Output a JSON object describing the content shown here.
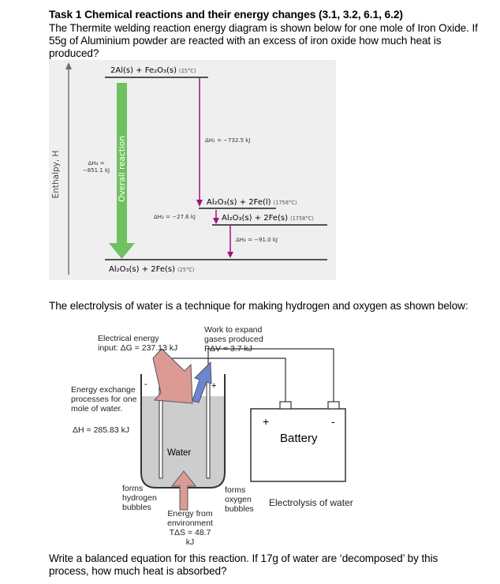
{
  "task": {
    "title": "Task 1 Chemical reactions and their energy changes (3.1, 3.2, 6.1, 6.2)",
    "intro_lines": [
      "The Thermite welding reaction energy diagram is shown below for one mole of Iron Oxide.  If",
      "55g of Aluminium powder are reacted with an excess of iron oxide how much heat is",
      "produced?"
    ]
  },
  "thermite_diagram": {
    "y_axis_label": "Enthalpy, H",
    "overall_label": "Overall reaction",
    "reactants": "2Al(s) + Fe₂O₃(s)",
    "reactants_temp": "(25°C)",
    "intermediate_1": "Al₂O₃(s) + 2Fe(l)",
    "intermediate_1_temp": "(1758°C)",
    "intermediate_2": "Al₂O₃(s) + 2Fe(s)",
    "intermediate_2_temp": "(1758°C)",
    "products": "Al₂O₃(s) + 2Fe(s)",
    "products_temp": "(25°C)",
    "dh1": "ΔH₁ = −732.5 kJ",
    "dh2": "ΔH₂ = −27.6 kJ",
    "dh3": "ΔH₃ = −91.0 kJ",
    "dh4_line1": "ΔH₄ =",
    "dh4_line2": "−851.1 kJ",
    "colors": {
      "background": "#efefef",
      "overall_arrow": "#70c160",
      "step_arrow": "#a0147a"
    }
  },
  "electrolysis_intro": "The electrolysis of water is a technique for making hydrogen and oxygen as shown below:",
  "electrolysis_diagram": {
    "electrical_energy": [
      "Electrical energy",
      "input: ΔG = 237.13 kJ"
    ],
    "work_expand": [
      "Work to expand",
      "gases produced",
      "PΔV = 3.7 kJ"
    ],
    "energy_exchange": [
      "Energy exchange",
      "processes for one",
      "mole of water."
    ],
    "dh": "ΔH = 285.83 kJ",
    "water": "Water",
    "minus": "-",
    "plus": "+",
    "battery_plus": "+",
    "battery_minus": "-",
    "battery": "Battery",
    "hydrogen": [
      "forms",
      "hydrogen",
      "bubbles"
    ],
    "oxygen": [
      "forms",
      "oxygen",
      "bubbles"
    ],
    "environment": [
      "Energy from",
      "environment",
      "TΔS = 48.7 kJ"
    ],
    "caption": "Electrolysis of water"
  },
  "question_lines": [
    "Write a balanced equation for this reaction.  If 17g of water are ‘decomposed’ by this",
    "process, how much heat is absorbed?"
  ]
}
